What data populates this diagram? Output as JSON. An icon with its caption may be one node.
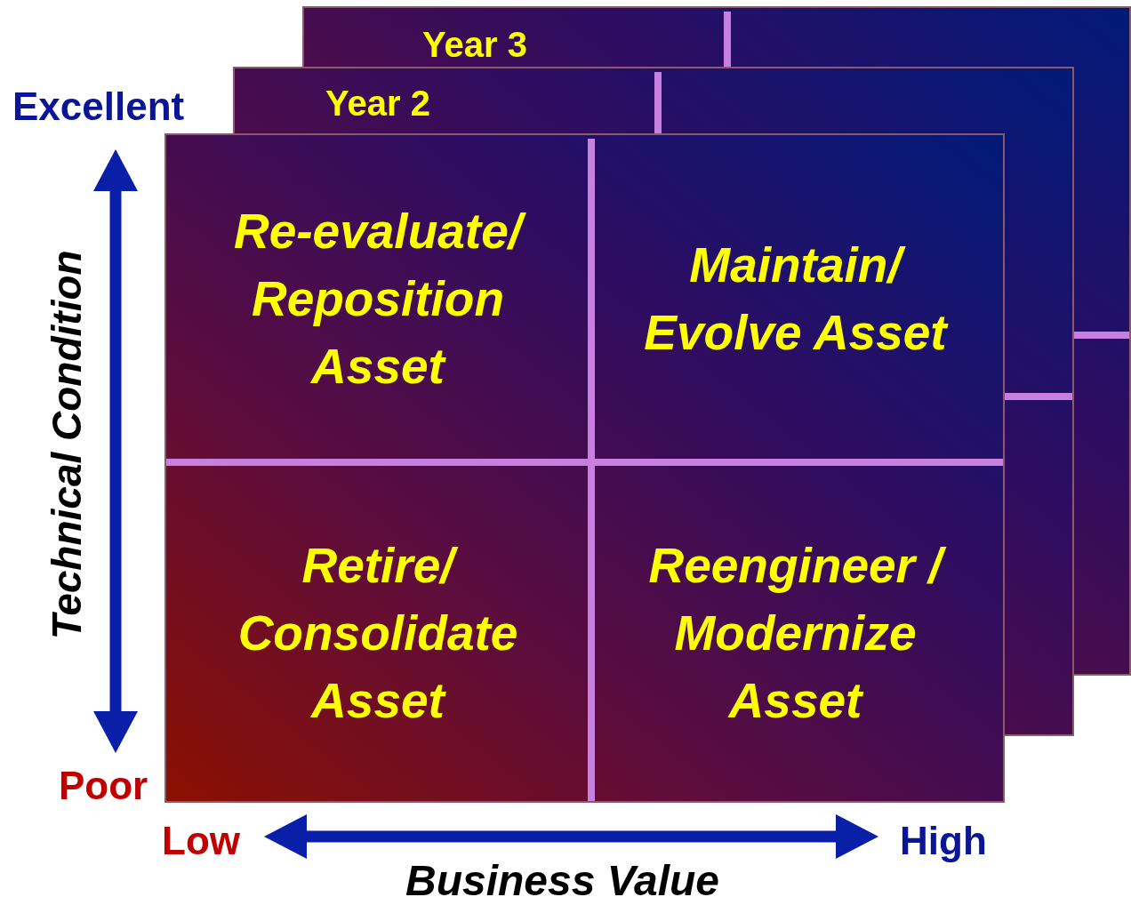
{
  "diagram": {
    "nodes": [
      {
        "text": [
          "Year 3"
        ]
      },
      {
        "text": [
          "Year 2"
        ]
      },
      {
        "text": [],
        "shape": "box"
      },
      {
        "text": [
          "Re-evaluate/ Reposition Asset"
        ],
        "in": 2
      },
      {
        "text": [
          "Maintain/ Evolve Asset"
        ],
        "in": 2
      },
      {
        "text": [
          "Retire/ Consolidate Asset"
        ],
        "in": 2
      },
      {
        "text": [
          "Reengineer / Modernize Asset"
        ],
        "in": 2
      }
    ],
    "edges": [],
    "labels": [
      "Excellent",
      "Technical Condition",
      "Poor",
      "Low",
      "High",
      "Business Value"
    ]
  }
}
